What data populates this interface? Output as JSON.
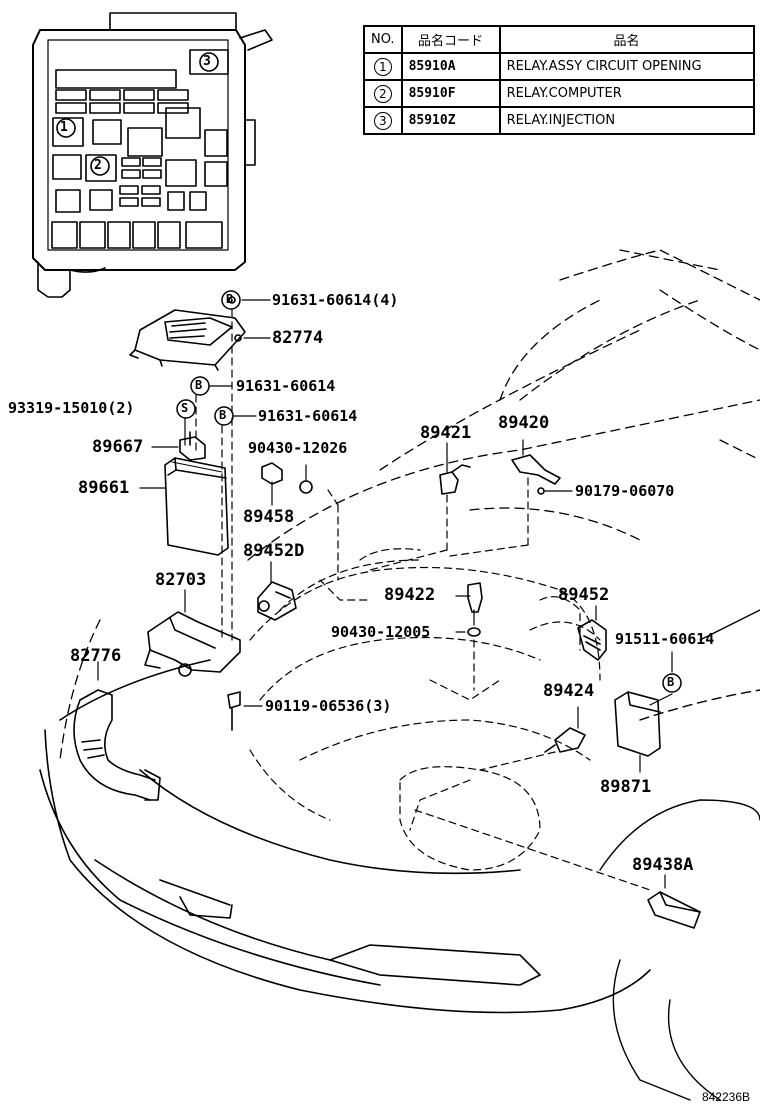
{
  "table": {
    "header": {
      "no": "NO.",
      "code": "品名コード",
      "name": "品名"
    },
    "rows": [
      {
        "no": "1",
        "code": "85910A",
        "name": "RELAY.ASSY CIRCUIT OPENING"
      },
      {
        "no": "2",
        "code": "85910F",
        "name": "RELAY.COMPUTER"
      },
      {
        "no": "3",
        "code": "85910Z",
        "name": "RELAY.INJECTION"
      }
    ]
  },
  "relay_box": {
    "markers": [
      "1",
      "2",
      "3"
    ]
  },
  "callout_marks": {
    "b": "B",
    "s": "S"
  },
  "labels": {
    "l_91631_4": "91631-60614(4)",
    "l_82774": "82774",
    "l_91631_a": "91631-60614",
    "l_93319": "93319-15010(2)",
    "l_91631_b": "91631-60614",
    "l_89667": "89667",
    "l_90430_12026": "90430-12026",
    "l_89661": "89661",
    "l_89458": "89458",
    "l_89421": "89421",
    "l_89420": "89420",
    "l_90179": "90179-06070",
    "l_89452D": "89452D",
    "l_82703": "82703",
    "l_89422": "89422",
    "l_89452": "89452",
    "l_90430_12005": "90430-12005",
    "l_91511": "91511-60614",
    "l_82776": "82776",
    "l_90119": "90119-06536(3)",
    "l_89424": "89424",
    "l_89871": "89871",
    "l_89438A": "89438A"
  },
  "footer": {
    "figure_id": "842236B"
  }
}
